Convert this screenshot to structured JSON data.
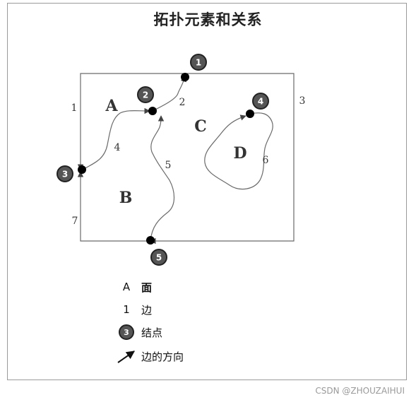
{
  "title": "拓扑元素和关系",
  "faces": [
    {
      "id": "A",
      "label": "A"
    },
    {
      "id": "B",
      "label": "B"
    },
    {
      "id": "C",
      "label": "C"
    },
    {
      "id": "D",
      "label": "D"
    }
  ],
  "edges": [
    {
      "id": "1",
      "label": "1"
    },
    {
      "id": "2",
      "label": "2"
    },
    {
      "id": "3",
      "label": "3"
    },
    {
      "id": "4",
      "label": "4"
    },
    {
      "id": "5",
      "label": "5"
    },
    {
      "id": "6",
      "label": "6"
    },
    {
      "id": "7",
      "label": "7"
    }
  ],
  "nodes": [
    {
      "id": "1",
      "label": "1"
    },
    {
      "id": "2",
      "label": "2"
    },
    {
      "id": "3",
      "label": "3"
    },
    {
      "id": "4",
      "label": "4"
    },
    {
      "id": "5",
      "label": "5"
    }
  ],
  "legend": {
    "face_symbol": "A",
    "face_text": "面",
    "edge_symbol": "1",
    "edge_text": "边",
    "node_symbol": "3",
    "node_text": "结点",
    "direction_text": "边的方向"
  },
  "watermark": "CSDN @ZHOUZAIHUI",
  "colors": {
    "line": "#6a6a6a",
    "node_fill": "#555555",
    "node_border": "#222222",
    "dot": "#000000"
  }
}
